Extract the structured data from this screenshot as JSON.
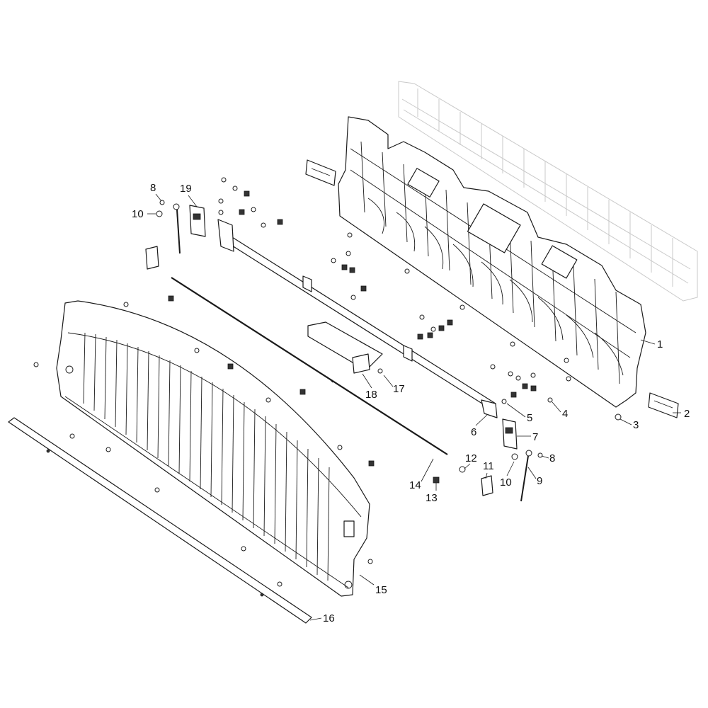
{
  "callouts": [
    {
      "id": "c1",
      "text": "1"
    },
    {
      "id": "c2",
      "text": "2"
    },
    {
      "id": "c3",
      "text": "3"
    },
    {
      "id": "c4",
      "text": "4"
    },
    {
      "id": "c5",
      "text": "5"
    },
    {
      "id": "c6",
      "text": "6"
    },
    {
      "id": "c7",
      "text": "7"
    },
    {
      "id": "c8a",
      "text": "8"
    },
    {
      "id": "c8b",
      "text": "8"
    },
    {
      "id": "c9",
      "text": "9"
    },
    {
      "id": "c10a",
      "text": "10"
    },
    {
      "id": "c10b",
      "text": "10"
    },
    {
      "id": "c11",
      "text": "11"
    },
    {
      "id": "c12",
      "text": "12"
    },
    {
      "id": "c13",
      "text": "13"
    },
    {
      "id": "c14",
      "text": "14"
    },
    {
      "id": "c15",
      "text": "15"
    },
    {
      "id": "c16",
      "text": "16"
    },
    {
      "id": "c17",
      "text": "17"
    },
    {
      "id": "c18",
      "text": "18"
    },
    {
      "id": "c19",
      "text": "19"
    }
  ],
  "colors": {
    "line": "#1a1a1a",
    "ghost": "#c9c9c9",
    "background": "#ffffff"
  }
}
